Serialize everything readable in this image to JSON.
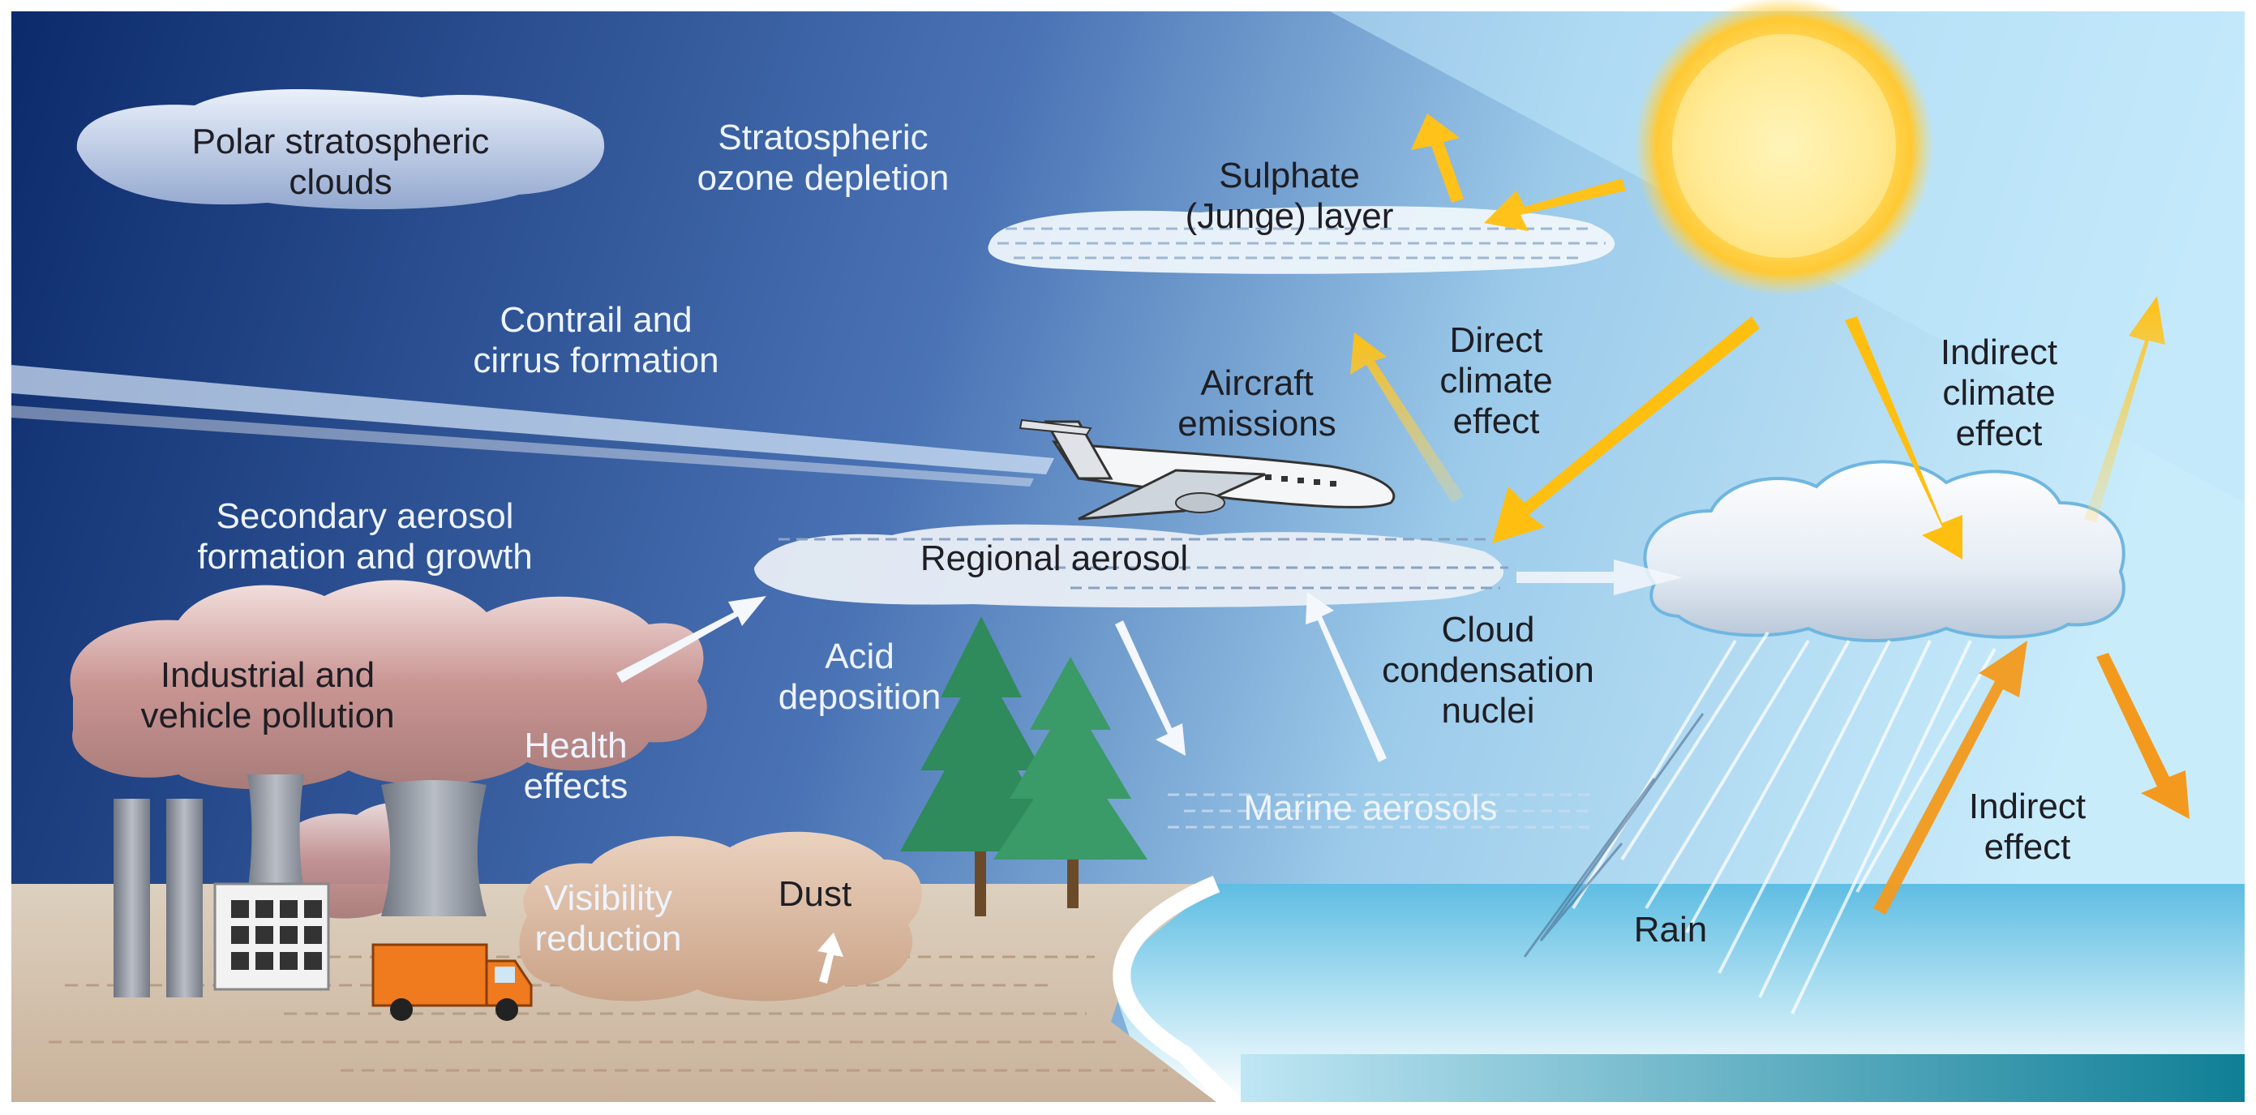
{
  "labels": {
    "polar_clouds": "Polar stratospheric\nclouds",
    "ozone": "Stratospheric\nozone depletion",
    "sulphate": "Sulphate\n(Junge) layer",
    "contrail": "Contrail and\ncirrus formation",
    "aircraft": "Aircraft\nemissions",
    "direct": "Direct\nclimate\neffect",
    "indirect_climate": "Indirect\nclimate\neffect",
    "secondary": "Secondary aerosol\nformation and growth",
    "regional": "Regional aerosol",
    "industrial": "Industrial and\nvehicle pollution",
    "health": "Health\neffects",
    "acid": "Acid\ndeposition",
    "ccn": "Cloud\ncondensation\nnuclei",
    "marine": "Marine aerosols",
    "indirect_effect": "Indirect\neffect",
    "visibility": "Visibility\nreduction",
    "dust": "Dust",
    "rain": "Rain"
  },
  "colors": {
    "sky_dark": "#0b2a6b",
    "sky_light": "#bfe6fb",
    "sun": "#ffd23c",
    "arrow_yellow": "#ffc21a",
    "arrow_orange": "#f39a1e",
    "pollution_cloud": "#c99a98",
    "dust_cloud": "#d9b59a",
    "ground": "#d8c4ae",
    "sea": "#6cc4e6",
    "tree": "#2f8a5c"
  }
}
